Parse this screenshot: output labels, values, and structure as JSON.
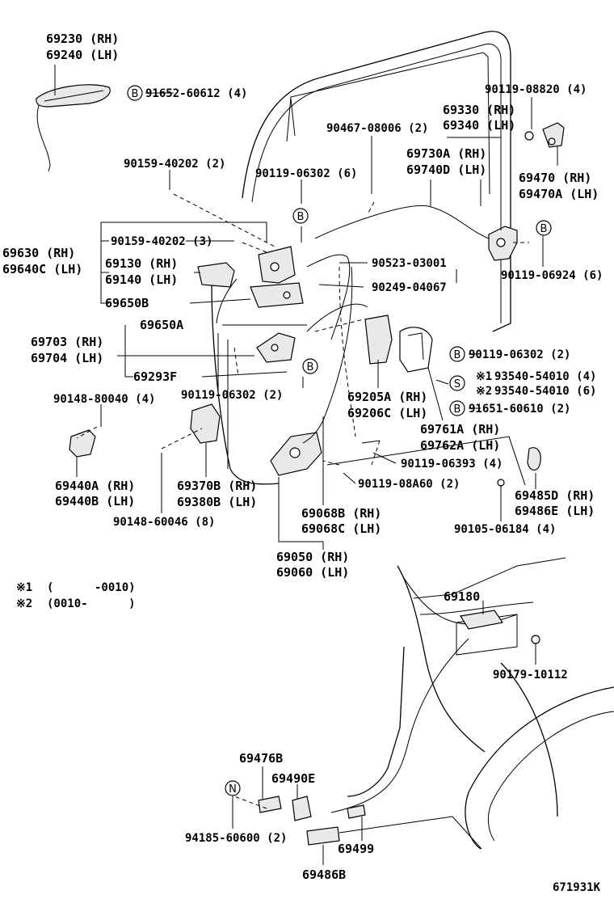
{
  "part_labels": {
    "p69230": "69230 (RH)",
    "p69240": "69240 (LH)",
    "b_91652": "91652-60612 (4)",
    "p90119_08820": "90119-08820 (4)",
    "p69330": "69330 (RH)",
    "p69340": "69340 (LH)",
    "p90467": "90467-08006 (2)",
    "p69730a": "69730A (RH)",
    "p69740d": "69740D (LH)",
    "p69470": "69470   (RH)",
    "p69470a": "69470A (LH)",
    "p90159_a": "90159-40202 (2)",
    "p90119_06302_6": "90119-06302 (6)",
    "p69630": "69630 (RH)",
    "p69640c": "69640C (LH)",
    "p90159_b": "90159-40202 (3)",
    "p69130": "69130 (RH)",
    "p69140": "69140 (LH)",
    "p69650b": "69650B",
    "p90523": "90523-03001",
    "p90249": "90249-04067",
    "p90119_06924": "90119-06924 (6)",
    "p69650a": "69650A",
    "p69703": "69703 (RH)",
    "p69704": "69704 (LH)",
    "p69293f": "69293F",
    "p90119_06302_2a": "90119-06302 (2)",
    "p90119_06302_2b": "90119-06302 (2)",
    "p90148_80040": "90148-80040 (4)",
    "p93540_1": "93540-54010 (4)",
    "p93540_2": "93540-54010 (6)",
    "p91651": "91651-60610 (2)",
    "p69205a": "69205A (RH)",
    "p69206c": "69206C (LH)",
    "p69761a": "69761A (RH)",
    "p69762a": "69762A (LH)",
    "p69440a_rh": "69440A (RH)",
    "p69440b": "69440B (LH)",
    "p69370b": "69370B (RH)",
    "p69380b": "69380B (LH)",
    "p90119_06393": "90119-06393 (4)",
    "p90119_08a60": "90119-08A60 (2)",
    "p69485d": "69485D (RH)",
    "p69486e": "69486E (LH)",
    "p90148_60046": "90148-60046 (8)",
    "p69068b": "69068B (RH)",
    "p69068c": "69068C (LH)",
    "p90105": "90105-06184 (4)",
    "p69050": "69050 (RH)",
    "p69060": "69060 (LH)",
    "p69180": "69180",
    "p90179": "90179-10112",
    "p69476b": "69476B",
    "p69490e": "69490E",
    "p94185": "94185-60600 (2)",
    "p69499": "69499",
    "p69486b": "69486B"
  },
  "markers": {
    "b": "B",
    "s": "S",
    "n": "N",
    "note1": "※1",
    "note2": "※2"
  },
  "notes": {
    "n1_mark": "※1",
    "n1_text": "(      -0010)",
    "n2_mark": "※2",
    "n2_text": "(0010-      )"
  },
  "figure_id": "671931K"
}
